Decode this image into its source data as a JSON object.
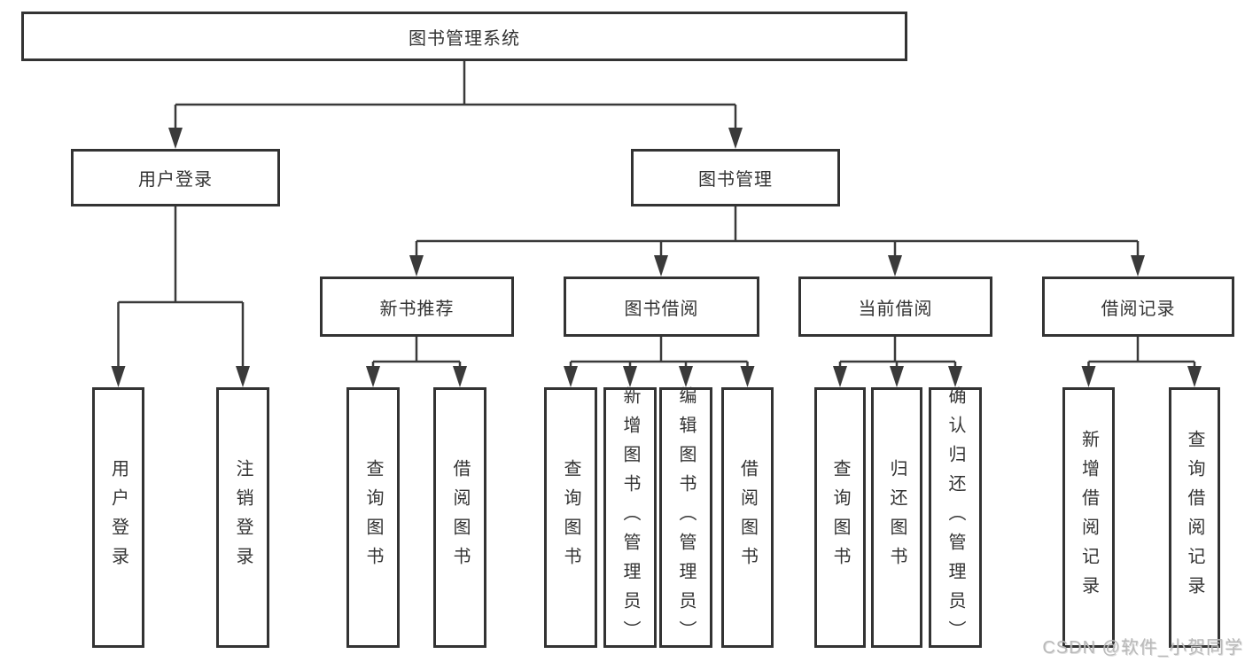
{
  "tree": {
    "root": {
      "label": "图书管理系统"
    },
    "level1": [
      {
        "label": "用户登录"
      },
      {
        "label": "图书管理"
      }
    ],
    "level2": [
      {
        "label": "新书推荐"
      },
      {
        "label": "图书借阅"
      },
      {
        "label": "当前借阅"
      },
      {
        "label": "借阅记录"
      }
    ],
    "leaves": [
      {
        "label": "用户登录"
      },
      {
        "label": "注销登录"
      },
      {
        "label": "查询图书"
      },
      {
        "label": "借阅图书"
      },
      {
        "label": "查询图书"
      },
      {
        "label": "新增图书（管理员）"
      },
      {
        "label": "编辑图书（管理员）"
      },
      {
        "label": "借阅图书"
      },
      {
        "label": "查询图书"
      },
      {
        "label": "归还图书"
      },
      {
        "label": "确认归还（管理员）"
      },
      {
        "label": "新增借阅记录"
      },
      {
        "label": "查询借阅记录"
      }
    ]
  },
  "watermark": {
    "text": "CSDN @软件_小贺同学"
  },
  "colors": {
    "line": "#3a3a3a",
    "border": "#333333",
    "text": "#333333",
    "watermark": "#b9b9b9",
    "background": "#ffffff"
  }
}
